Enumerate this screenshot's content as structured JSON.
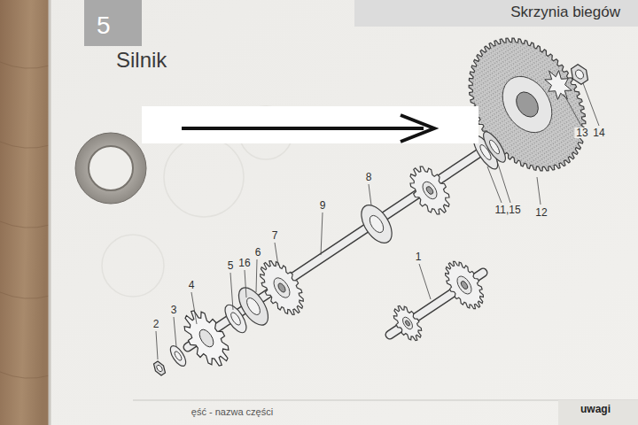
{
  "diagram": {
    "nodes": [
      {
        "text": [
          "5",
          "Silnik"
        ]
      },
      {
        "text": [
          "Skrzynia biegów"
        ]
      }
    ],
    "labels": [
      "1",
      "2",
      "3",
      "4",
      "5",
      "16",
      "6",
      "7",
      "9",
      "8",
      "11,15",
      "12",
      "13",
      "14",
      "uwagi",
      "ęść - nazwa części"
    ]
  }
}
